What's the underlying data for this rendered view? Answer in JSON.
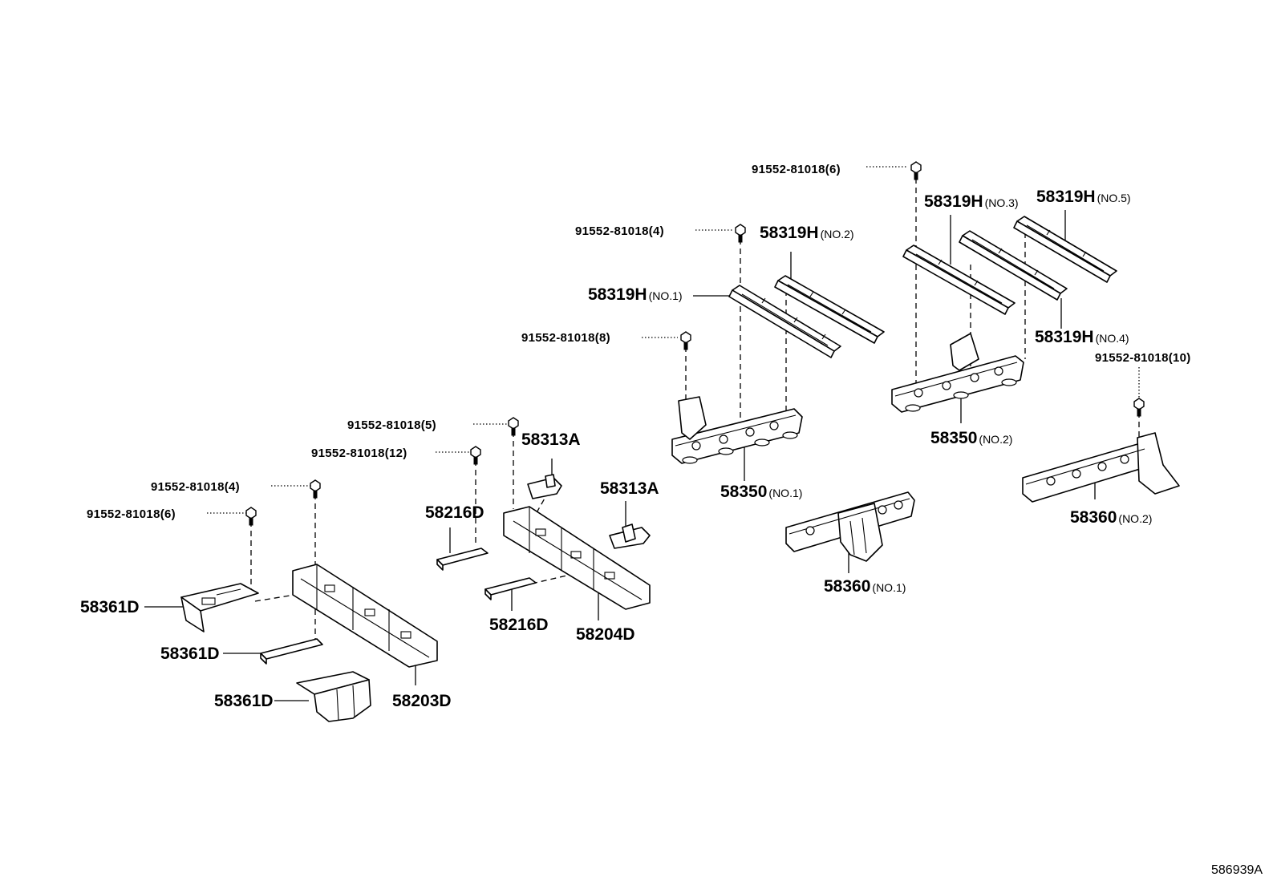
{
  "diagram_code": "586939A",
  "bolts": [
    {
      "label": "91552-81018(6)"
    },
    {
      "label": "91552-81018(4)"
    },
    {
      "label": "91552-81018(8)"
    },
    {
      "label": "91552-81018(10)"
    },
    {
      "label": "91552-81018(5)"
    },
    {
      "label": "91552-81018(12)"
    },
    {
      "label": "91552-81018(4)"
    },
    {
      "label": "91552-81018(6)"
    }
  ],
  "parts": [
    {
      "number": "58319H",
      "suffix": "(NO.1)"
    },
    {
      "number": "58319H",
      "suffix": "(NO.2)"
    },
    {
      "number": "58319H",
      "suffix": "(NO.3)"
    },
    {
      "number": "58319H",
      "suffix": "(NO.5)"
    },
    {
      "number": "58319H",
      "suffix": "(NO.4)"
    },
    {
      "number": "58350",
      "suffix": "(NO.1)"
    },
    {
      "number": "58350",
      "suffix": "(NO.2)"
    },
    {
      "number": "58360",
      "suffix": "(NO.2)"
    },
    {
      "number": "58360",
      "suffix": "(NO.1)"
    },
    {
      "number": "58313A",
      "suffix": ""
    },
    {
      "number": "58313A",
      "suffix": ""
    },
    {
      "number": "58216D",
      "suffix": ""
    },
    {
      "number": "58216D",
      "suffix": ""
    },
    {
      "number": "58204D",
      "suffix": ""
    },
    {
      "number": "58361D",
      "suffix": ""
    },
    {
      "number": "58361D",
      "suffix": ""
    },
    {
      "number": "58361D",
      "suffix": ""
    },
    {
      "number": "58203D",
      "suffix": ""
    }
  ]
}
